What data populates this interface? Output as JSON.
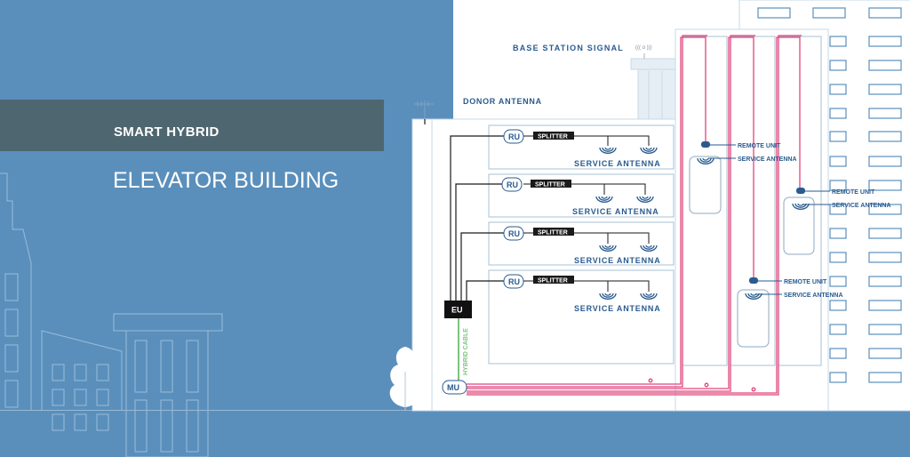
{
  "title": "SMART HYBRID",
  "subtitle": "ELEVATOR BUILDING",
  "labels": {
    "base_station_signal": "BASE STATION SIGNAL",
    "donor_antenna": "DONOR ANTENNA",
    "hybrid_cable": "HYBRID CABLE",
    "eu": "EU",
    "mu": "MU",
    "ru": "RU",
    "splitter": "SPLITTER",
    "service_antenna": "SERVICE ANTENNA",
    "remote_unit": "REMOTE UNIT",
    "signal_icon_text": "((( o )))"
  },
  "colors": {
    "background_blue": "#5a8fbc",
    "banner": "#4e6670",
    "fiber_pink": "#e0457b",
    "hybrid_green": "#7ec47e",
    "label_blue": "#2a5b8f"
  }
}
